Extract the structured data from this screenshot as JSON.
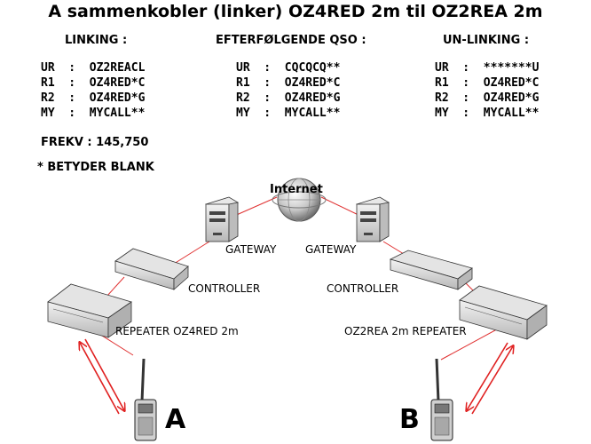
{
  "title": "A sammenkobler (linker) OZ4RED 2m til OZ2REA 2m",
  "columns": [
    {
      "heading": "LINKING :",
      "rows": [
        "UR  :  OZ2REACL",
        "R1  :  OZ4RED*C",
        "R2  :  OZ4RED*G",
        "MY  :  MYCALL**"
      ]
    },
    {
      "heading": "EFTERFØLGENDE QSO :",
      "rows": [
        "UR  :  CQCQCQ**",
        "R1  :  OZ4RED*C",
        "R2  :  OZ4RED*G",
        "MY  :  MYCALL**"
      ]
    },
    {
      "heading": "UN-LINKING :",
      "rows": [
        "UR  :  *******U",
        "R1  :  OZ4RED*C",
        "R2  :  OZ4RED*G",
        "MY  :  MYCALL**"
      ]
    }
  ],
  "frequency": "FREKV : 145,750",
  "blank_note": "* BETYDER BLANK",
  "diagram": {
    "internet": "Internet",
    "gateway_left": "GATEWAY",
    "gateway_right": "GATEWAY",
    "controller_left": "CONTROLLER",
    "controller_right": "CONTROLLER",
    "repeater_left": "REPEATER  OZ4RED 2m",
    "repeater_right": "OZ2REA 2m  REPEATER",
    "station_left": "A",
    "station_right": "B"
  },
  "colors": {
    "link_line": "#e03030",
    "arrow": "#e02020",
    "device": "#d8d8d8",
    "outline": "#333333"
  }
}
